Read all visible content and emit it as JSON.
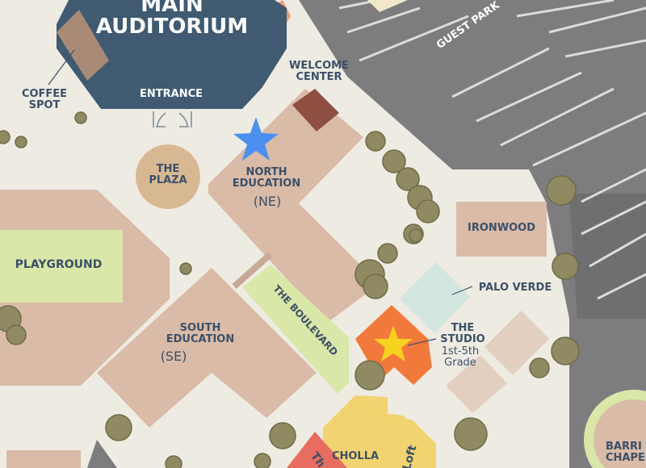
{
  "map": {
    "labels": {
      "main_auditorium": "MAIN\nAUDITORIUM",
      "entrance": "ENTRANCE",
      "coffee_spot": "COFFEE\nSPOT",
      "welcome_center": "WELCOME\nCENTER",
      "the_plaza": "THE\nPLAZA",
      "north_education": "NORTH\nEDUCATION",
      "north_education_code": "(NE)",
      "playground": "PLAYGROUND",
      "south_education": "SOUTH\nEDUCATION",
      "south_education_code": "(SE)",
      "the_boulevard": "THE BOULEVARD",
      "ironwood": "IRONWOOD",
      "palo_verde": "PALO VERDE",
      "the_studio": "THE\nSTUDIO",
      "the_studio_sub": "1st-5th\nGrade",
      "guest_parking": "GUEST PARK",
      "cholla": "CHOLLA",
      "loft": "Loft",
      "barrio_chapel": "BARRI\nCHAPE",
      "partial_th": "Th"
    },
    "markers": {
      "blue_star": {
        "color": "#4b8ff0"
      },
      "yellow_star": {
        "color": "#f7d21e"
      }
    },
    "colors": {
      "background": "#eeebe2",
      "parking": "#7d7c7e",
      "building_tan": "#d9bba8",
      "auditorium": "#3f5a71",
      "studio_orange": "#f2793c",
      "palo_verde": "#d2e5df",
      "boulevard_green": "#d9e7a8",
      "cholla_yellow": "#f1d36f",
      "red_building": "#e86c5f"
    }
  }
}
